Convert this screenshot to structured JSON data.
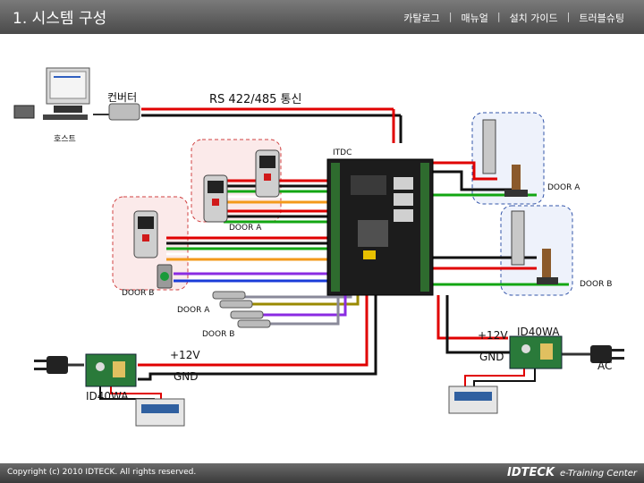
{
  "header": {
    "title": "1. 시스템 구성",
    "nav": [
      "카탈로그",
      "매뉴얼",
      "설치 가이드",
      "트러블슈팅"
    ],
    "separator": "|"
  },
  "labels": {
    "converter": "컨버터",
    "rs": "RS 422/485 통신",
    "host": "호스트",
    "itdc": "ITDC",
    "door_a_right": "DOOR A",
    "door_b_right": "DOOR B",
    "door_a_reader": "DOOR A",
    "door_b_left": "DOOR B",
    "door_a_sensor": "DOOR A",
    "door_b_sensor": "DOOR B",
    "v12_left": "+12V",
    "gnd_left": "GND",
    "id40wa_left": "ID40WA",
    "v12_right": "+12V",
    "id40wa_right": "ID40WA",
    "gnd_right": "GND",
    "ac": "AC"
  },
  "footer": {
    "copyright": "Copyright (c) 2010 IDTECK. All rights reserved.",
    "brand": "IDTECK",
    "tagline": "e-Training Center"
  },
  "colors": {
    "wire_red": "#e00000",
    "wire_black": "#111111",
    "wire_green": "#12a612",
    "wire_orange": "#f39a1a",
    "wire_blue": "#1a3cd8",
    "wire_purple": "#8a2be2",
    "wire_gray": "#8a8a9a",
    "wire_olive": "#9a8a00",
    "zone_border": "#d04040",
    "zone_fill": "#fbeaea"
  }
}
